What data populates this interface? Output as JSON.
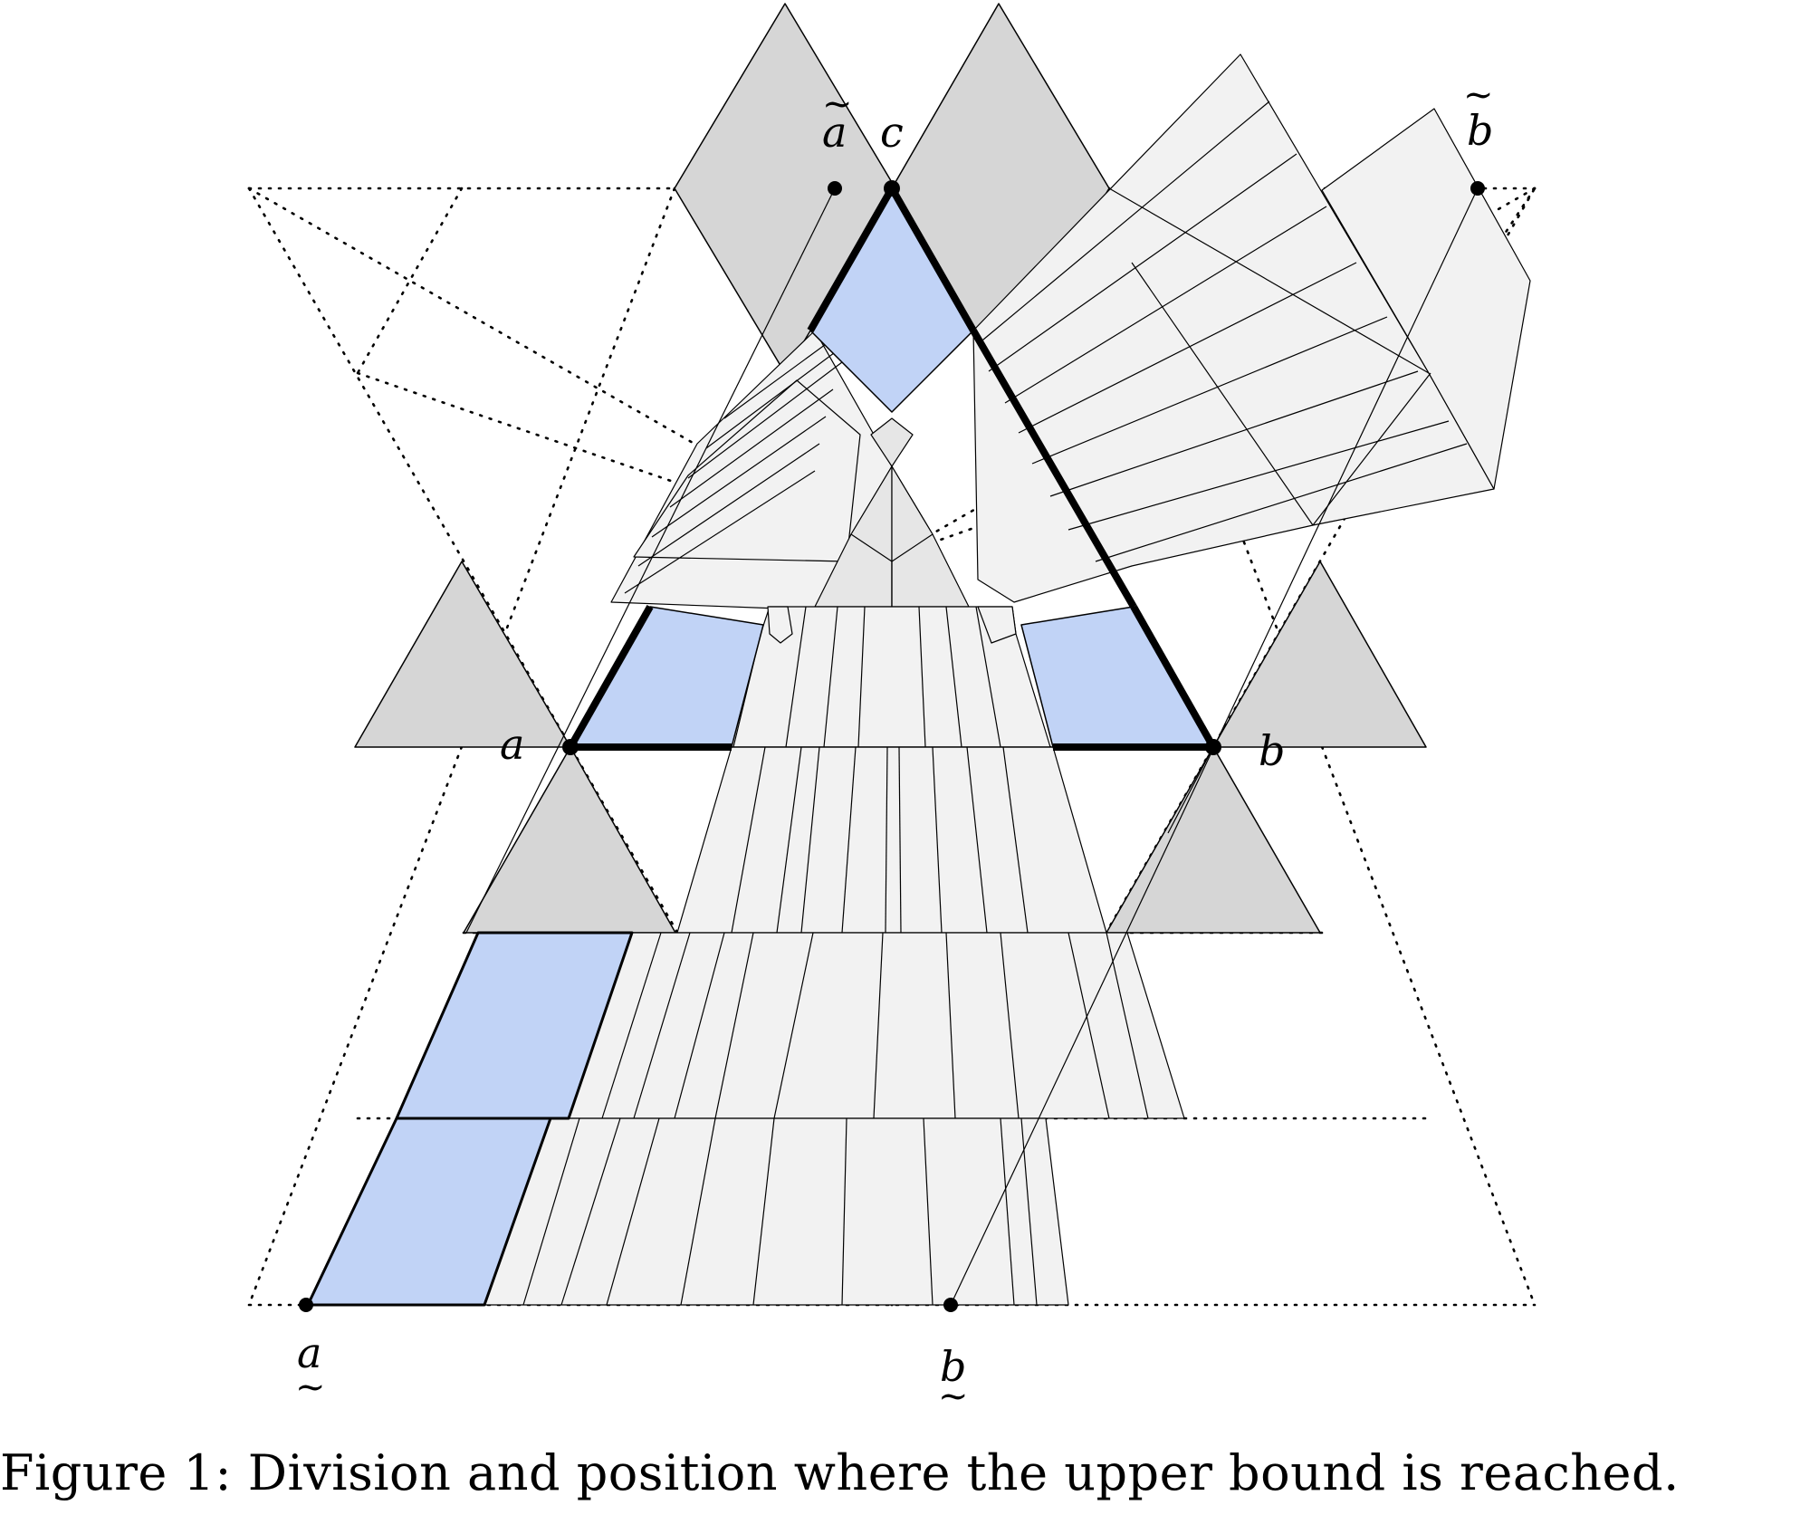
{
  "labels": {
    "a_tilde": "a",
    "c": "c",
    "b_tilde": "b",
    "a": "a",
    "b": "b",
    "a_under": "a",
    "b_under": "b"
  },
  "caption": "Figure 1: Division and position where the upper bound is reached.",
  "colors": {
    "blue_region": "#c1d3f6",
    "dark_gray": "#d6d6d6",
    "light_gray": "#f2f2f2",
    "mid_gray": "#e6e6e6",
    "stroke": "#000000"
  }
}
